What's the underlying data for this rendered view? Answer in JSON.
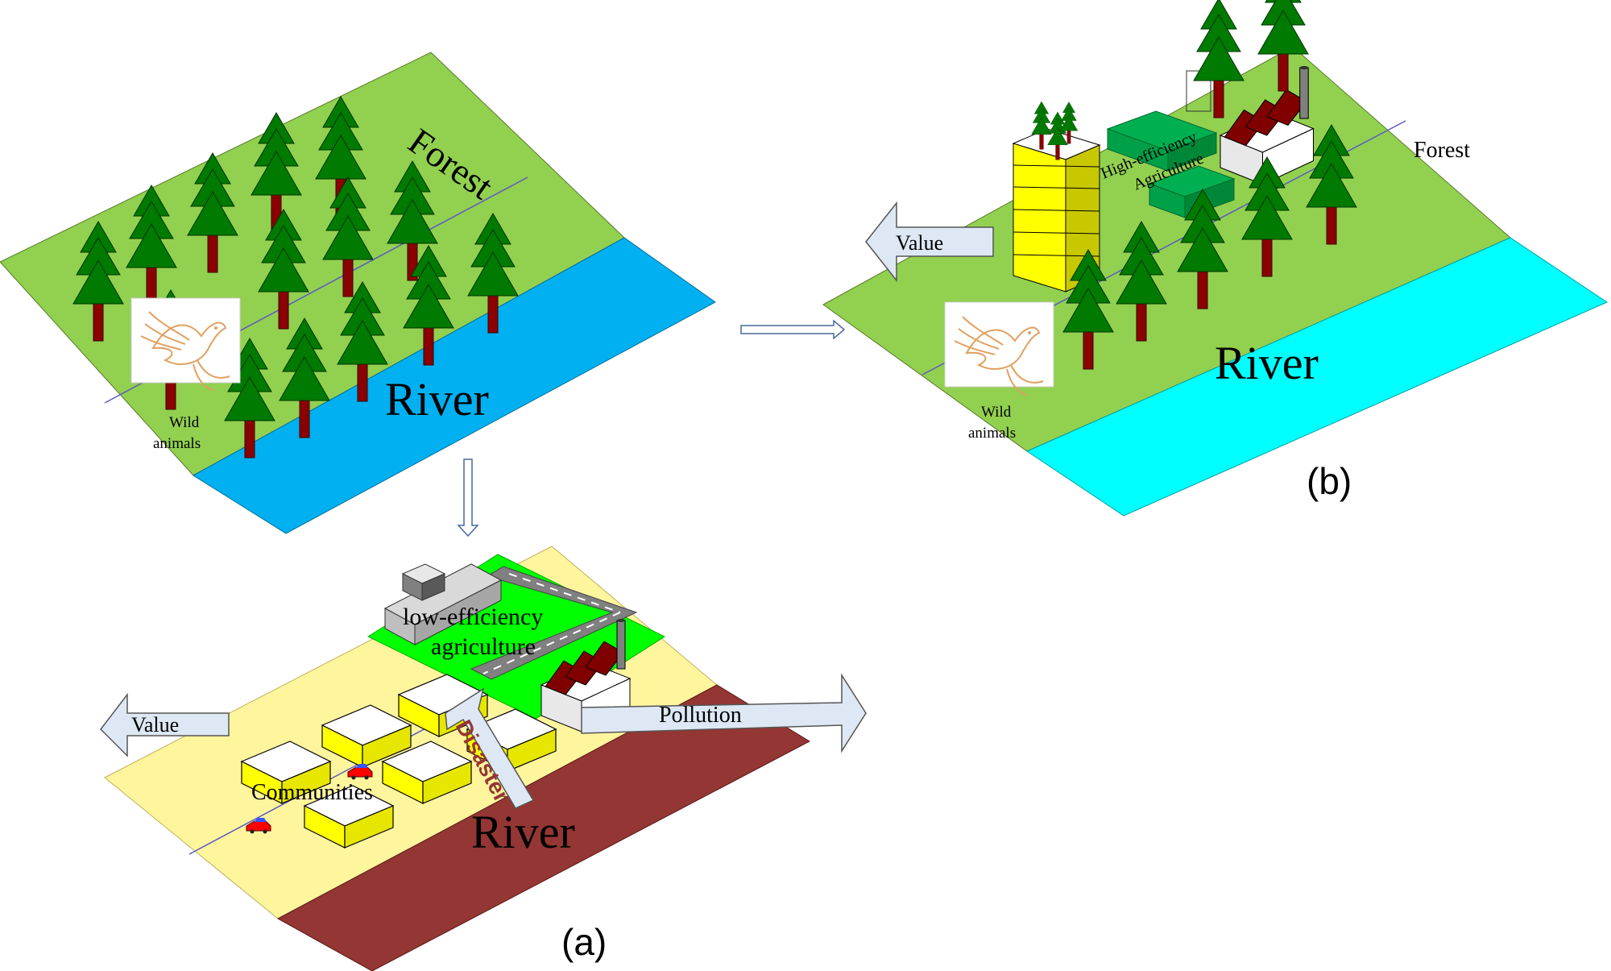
{
  "original_scene": {
    "forest_label": "Forest",
    "river_label": "River",
    "wild_animals_label_line1": "Wild",
    "wild_animals_label_line2": "animals",
    "colors": {
      "land": "#92d050",
      "river": "#00b0f0",
      "trunk": "#8b0000",
      "tree": "#007a00"
    }
  },
  "scenario_a": {
    "panel_label": "(a)",
    "river_label": "River",
    "agriculture_label_line1": "low-efficiency",
    "agriculture_label_line2": "agriculture",
    "communities_label": "Communities",
    "value_label": "Value",
    "pollution_label": "Pollution",
    "disaster_label": "Disaster",
    "colors": {
      "land": "#fff59d",
      "river": "#943634",
      "field": "#00ff00",
      "building_roof": "#ffffff",
      "building_side": "#ffff00"
    }
  },
  "scenario_b": {
    "panel_label": "(b)",
    "river_label": "River",
    "forest_label": "Forest",
    "agriculture_label_line1": "High-efficiency",
    "agriculture_label_line2": "Agriculture",
    "value_label": "Value",
    "wild_animals_label_line1": "Wild",
    "wild_animals_label_line2": "animals",
    "colors": {
      "land": "#92d050",
      "river": "#00ffff",
      "greenhouse": "#00b050",
      "tower": "#ffff00"
    }
  }
}
